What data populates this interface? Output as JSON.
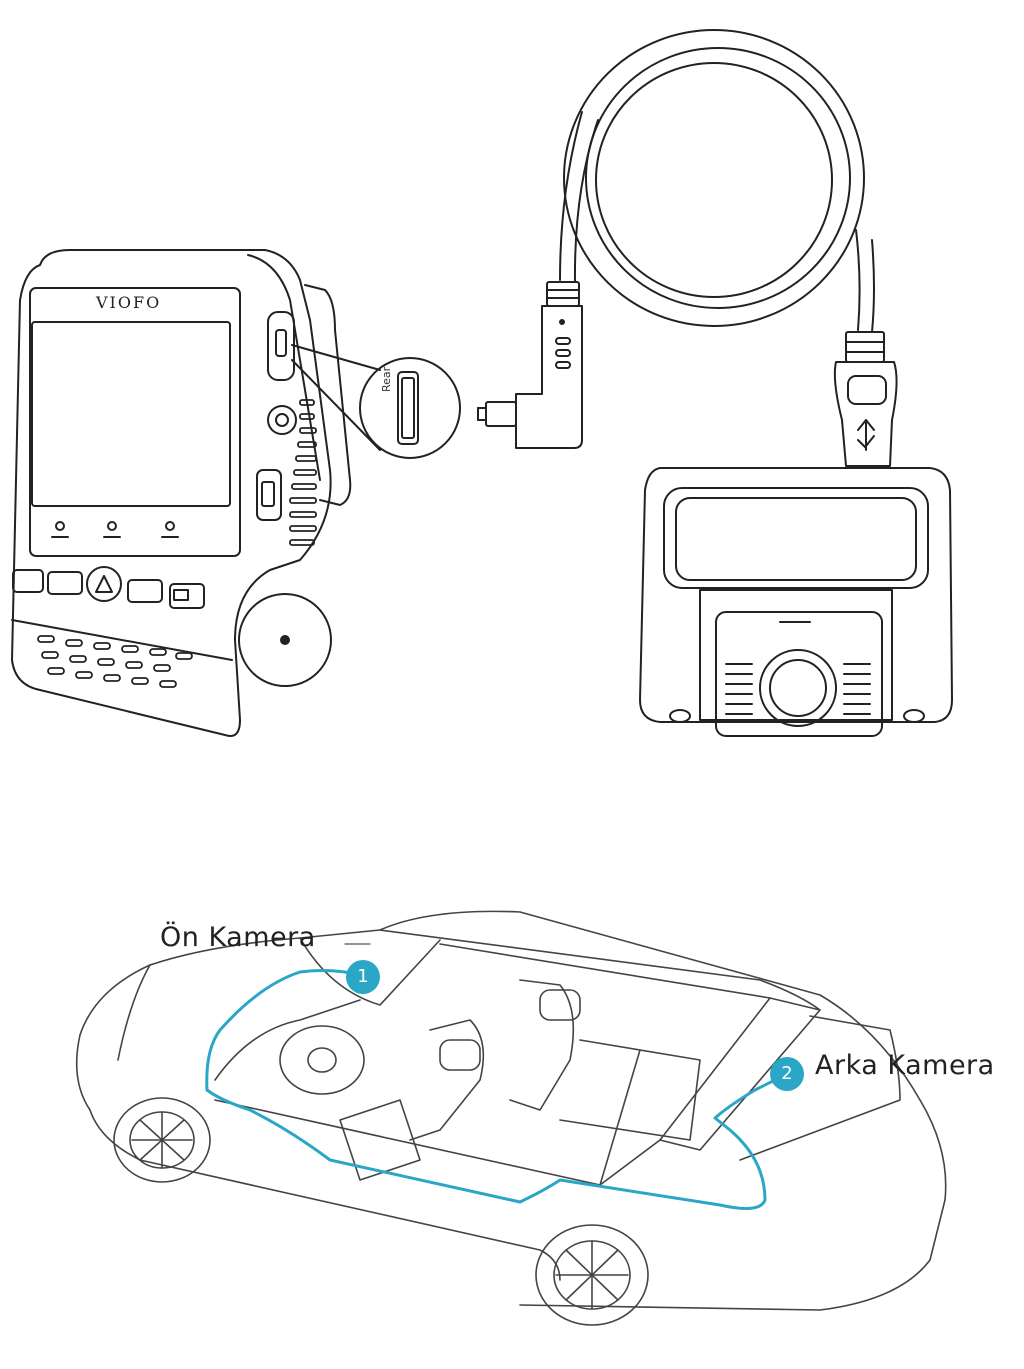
{
  "device": {
    "brand": "VIOFO",
    "rear_port_label": "Rear"
  },
  "labels": {
    "front_camera": "Ön Kamera",
    "rear_camera": "Arka Kamera"
  },
  "badges": {
    "front": "1",
    "rear": "2"
  },
  "colors": {
    "route_line": "#2aa6c6",
    "badge_fill": "#2aa6c6",
    "line_art": "#222222"
  }
}
